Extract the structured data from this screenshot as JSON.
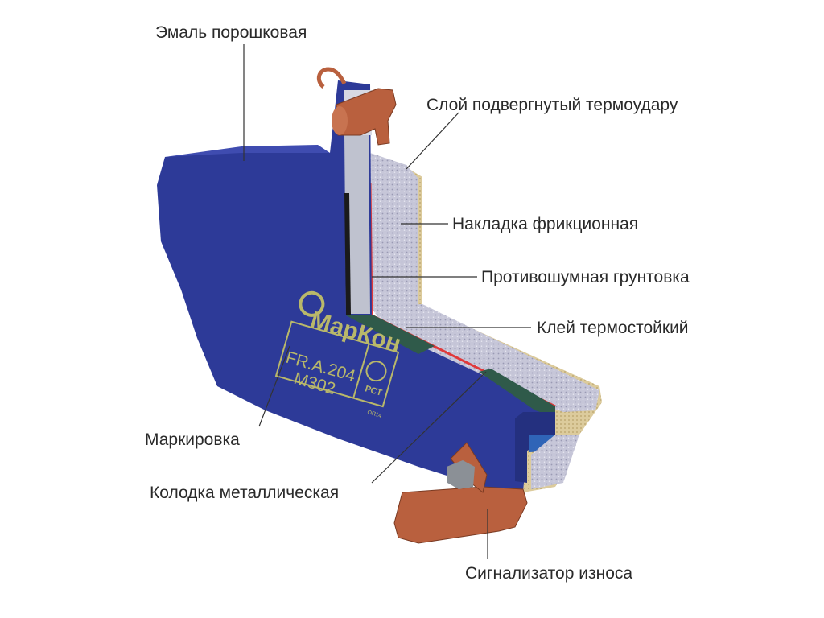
{
  "labels": {
    "enamel": "Эмаль порошковая",
    "thermal_layer": "Слой подвергнутый термоудару",
    "friction_lining": "Накладка фрикционная",
    "antinoise_primer": "Противошумная грунтовка",
    "adhesive": "Клей термостойкий",
    "marking": "Маркировка",
    "backing_plate": "Колодка металлическая",
    "wear_indicator": "Сигнализатор износа"
  },
  "stamp": {
    "brand": "МарКон",
    "line1": "FR.A.204",
    "line2": "M302",
    "cert": "РСТ",
    "cert_sub": "ОП14"
  },
  "colors": {
    "plate": "#2d3a98",
    "plate_dark": "#1f2a7a",
    "plate_shadow": "#24307f",
    "friction": "#c9c9d9",
    "friction_edge": "#d8c79a",
    "primer": "#e0393a",
    "adhesive": "#2f5a4a",
    "clip": "#b9603e",
    "stamp": "#b9b86a",
    "leader": "#333333"
  }
}
